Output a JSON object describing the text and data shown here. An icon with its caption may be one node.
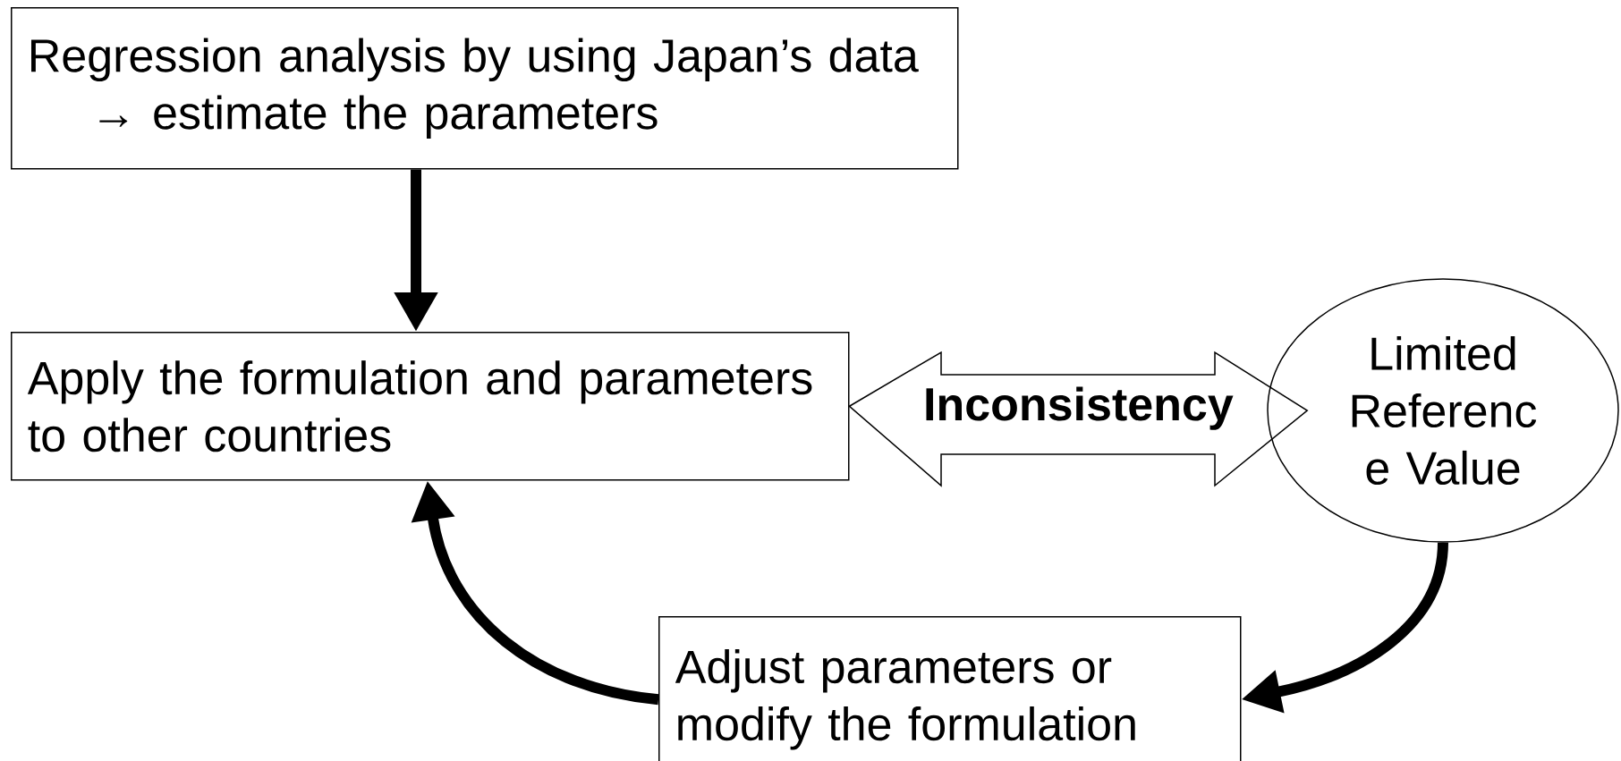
{
  "diagram": {
    "nodes": [
      {
        "text": [
          "Regression analysis by using Japan’s data",
          "→  estimate the parameters"
        ]
      },
      {
        "text": [
          "Apply the formulation and parameters to other countries"
        ]
      },
      {
        "text": [
          "Limited Referenc e Value"
        ]
      },
      {
        "text": [
          "Adjust parameters or modify the formulation"
        ]
      }
    ],
    "edges": [
      {
        "from": 0,
        "to": 1,
        "arrow": "to"
      },
      {
        "from": 1,
        "to": 2,
        "arrow": "both",
        "label": "Inconsistency"
      },
      {
        "from": 2,
        "to": 3,
        "arrow": "to"
      },
      {
        "from": 3,
        "to": 1,
        "arrow": "to"
      }
    ]
  }
}
